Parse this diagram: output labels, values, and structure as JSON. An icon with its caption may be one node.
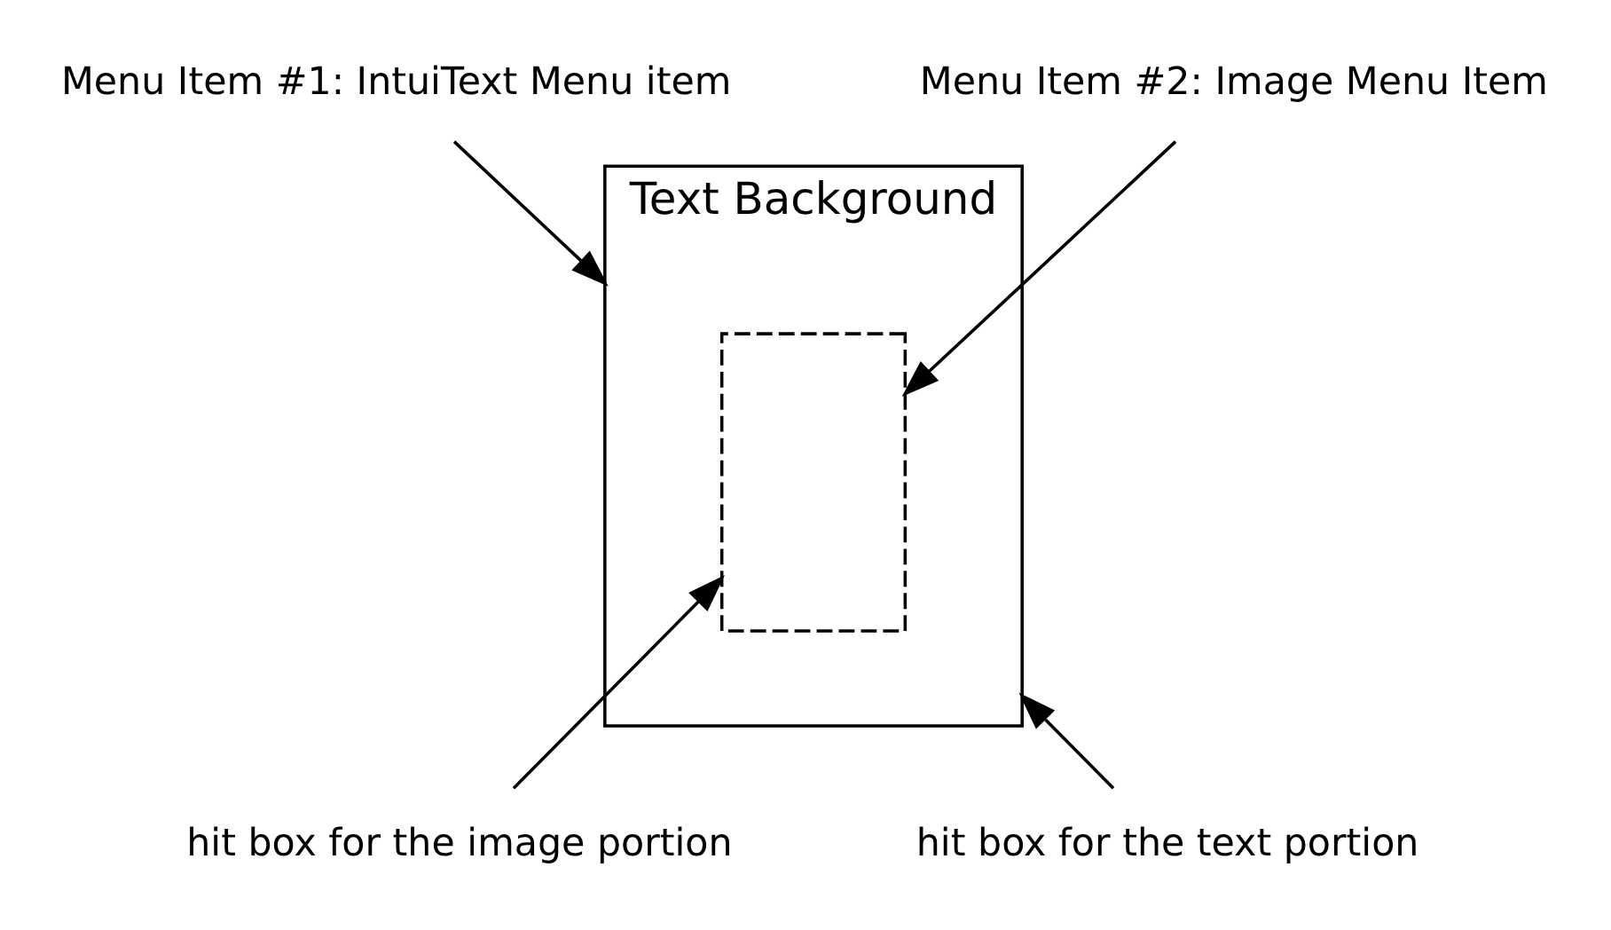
{
  "diagram": {
    "nodes": [
      {
        "text": [
          "Menu Item #1: IntuiText Menu item"
        ]
      },
      {
        "text": [
          "Text Background"
        ]
      },
      {
        "text": [],
        "shape": "box",
        "in": 1
      },
      {
        "text": [
          "Menu Item #2: Image Menu Item"
        ]
      },
      {
        "text": [
          "hit box for the image portion"
        ]
      },
      {
        "text": [
          "hit box for the text portion"
        ]
      }
    ],
    "edges": [
      {
        "from": 0,
        "to": 1,
        "arrow": "to"
      },
      {
        "from": 3,
        "to": 2,
        "arrow": "to"
      },
      {
        "from": 4,
        "to": 2,
        "arrow": "to"
      },
      {
        "from": 5,
        "to": 1,
        "arrow": "to"
      }
    ]
  }
}
